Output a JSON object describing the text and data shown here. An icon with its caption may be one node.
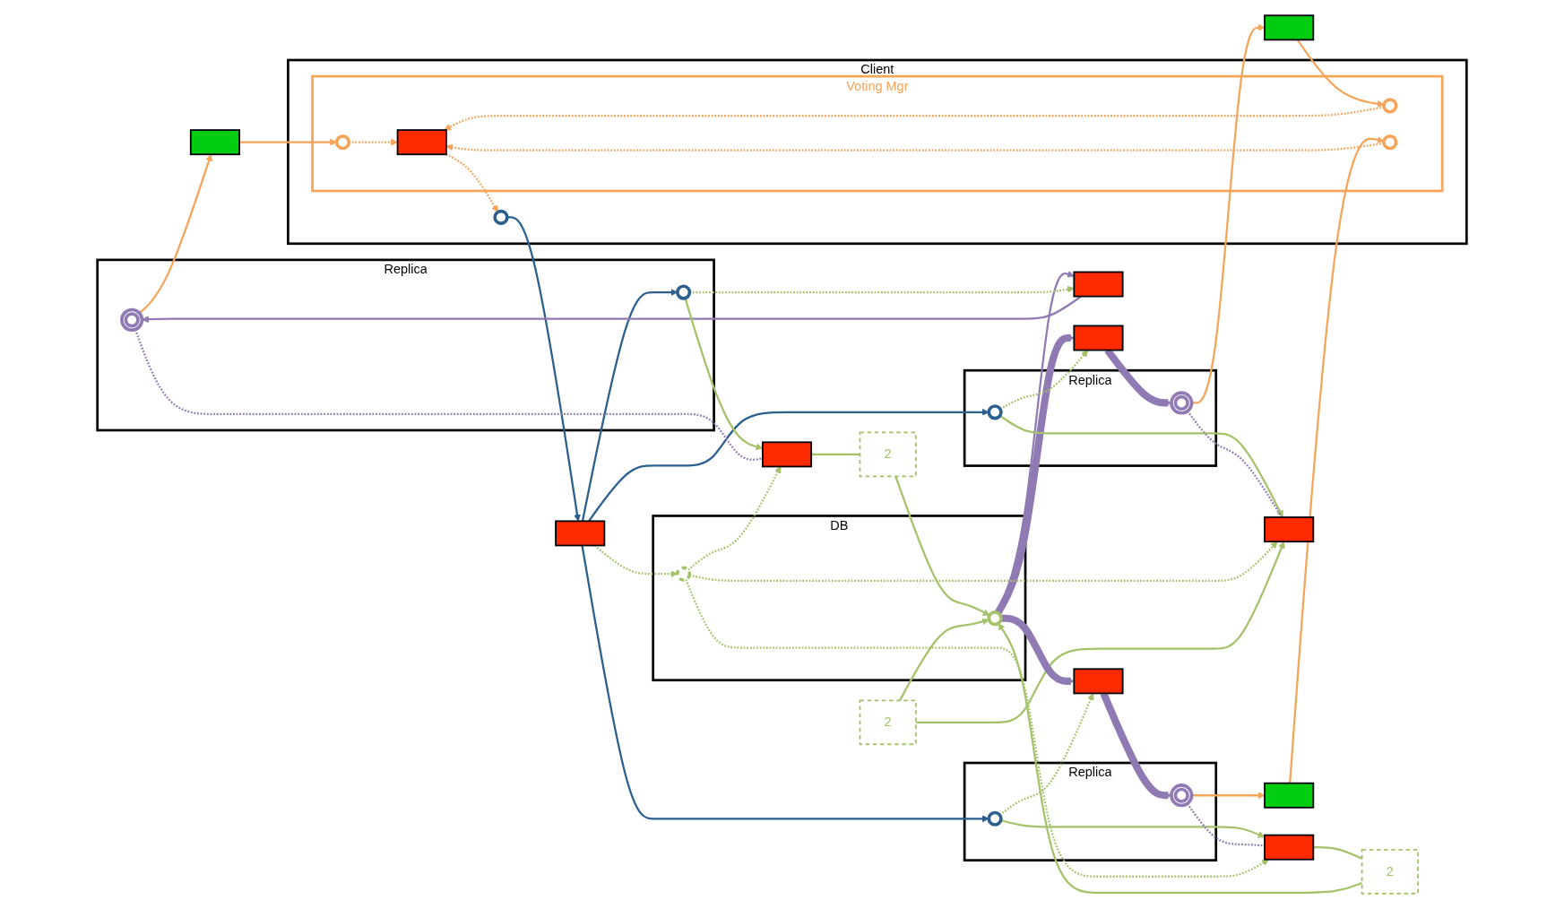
{
  "diagram": {
    "nodes": [
      {
        "text": [
          "Replica"
        ]
      },
      {
        "text": [],
        "shape": "circle",
        "in": 0
      },
      {
        "text": [],
        "shape": "circle",
        "in": 0
      },
      {
        "text": [
          "Client"
        ]
      },
      {
        "text": [],
        "shape": "circle",
        "in": 3
      },
      {
        "text": [
          "Voting Mgr"
        ],
        "in": 3
      },
      {
        "text": [],
        "shape": "circle",
        "in": 5
      },
      {
        "text": [],
        "shape": "circle",
        "in": 5
      },
      {
        "text": [],
        "shape": "circle",
        "in": 5
      },
      {
        "text": [],
        "shape": "bar",
        "in": 5
      },
      {
        "text": [],
        "shape": "bar"
      },
      {
        "text": [],
        "shape": "bar"
      },
      {
        "text": [],
        "shape": "bar"
      },
      {
        "text": [],
        "shape": "bar"
      },
      {
        "text": [
          "Replica"
        ]
      },
      {
        "text": [],
        "shape": "circle",
        "in": 14
      },
      {
        "text": [],
        "shape": "circle",
        "in": 14
      },
      {
        "text": [
          "Replica"
        ]
      },
      {
        "text": [],
        "shape": "circle",
        "in": 17
      },
      {
        "text": [],
        "shape": "circle",
        "in": 17
      },
      {
        "text": [],
        "shape": "bar"
      },
      {
        "text": [],
        "shape": "bar"
      },
      {
        "text": [],
        "shape": "bar"
      },
      {
        "text": [],
        "shape": "bar"
      },
      {
        "text": [],
        "shape": "bar"
      },
      {
        "text": [],
        "shape": "bar"
      },
      {
        "text": [
          "2"
        ]
      },
      {
        "text": [
          "2"
        ]
      },
      {
        "text": [
          "2"
        ]
      },
      {
        "text": [
          "DB"
        ]
      },
      {
        "text": [],
        "shape": "circle",
        "in": 29
      },
      {
        "text": [],
        "shape": "circle",
        "in": 29
      }
    ],
    "edges": [
      {
        "from": 1,
        "to": 10,
        "arrow": "to",
        "color": "#f5a55a"
      },
      {
        "from": 10,
        "to": 6,
        "arrow": "to",
        "color": "#f5a55a"
      },
      {
        "from": 15,
        "to": 11,
        "arrow": "to",
        "color": "#f5a55a"
      },
      {
        "from": 11,
        "to": 7,
        "arrow": "to",
        "color": "#f5a55a"
      },
      {
        "from": 19,
        "to": 12,
        "arrow": "to",
        "color": "#f5a55a"
      },
      {
        "from": 12,
        "to": 8,
        "arrow": "to",
        "color": "#f5a55a"
      },
      {
        "from": 6,
        "to": 9,
        "arrow": "to",
        "style": "dashed",
        "color": "#f5a55a"
      },
      {
        "from": 7,
        "to": 9,
        "arrow": "to",
        "style": "dashed",
        "color": "#f5a55a"
      },
      {
        "from": 8,
        "to": 9,
        "arrow": "to",
        "style": "dashed",
        "color": "#f5a55a"
      },
      {
        "from": 9,
        "to": 4,
        "arrow": "to",
        "style": "dashed",
        "color": "#f5a55a"
      },
      {
        "from": 4,
        "to": 13,
        "arrow": "to",
        "color": "#2b5f8e"
      },
      {
        "from": 13,
        "to": 2,
        "arrow": "to",
        "color": "#2b5f8e"
      },
      {
        "from": 13,
        "to": 16,
        "arrow": "to",
        "color": "#2b5f8e"
      },
      {
        "from": 13,
        "to": 18,
        "arrow": "to",
        "color": "#2b5f8e"
      },
      {
        "from": 13,
        "to": 31,
        "arrow": "to",
        "style": "dashed"
      },
      {
        "from": 20,
        "to": 1,
        "arrow": "to",
        "color": "#8f7ab3"
      },
      {
        "from": 30,
        "to": 20,
        "arrow": "to",
        "color": "#8f7ab3"
      },
      {
        "from": 2,
        "to": 20,
        "arrow": "to",
        "style": "dashed"
      },
      {
        "from": 2,
        "to": 21,
        "arrow": "to"
      },
      {
        "from": 1,
        "to": 21,
        "arrow": "none",
        "style": "dashed",
        "color": "#8f7ab3"
      },
      {
        "from": 31,
        "to": 21,
        "arrow": "to",
        "style": "dashed"
      },
      {
        "from": 21,
        "to": 26,
        "arrow": "none"
      },
      {
        "from": 26,
        "to": 30,
        "arrow": "to"
      },
      {
        "from": 30,
        "to": 22,
        "arrow": "to",
        "style": "thick",
        "color": "#8f7ab3"
      },
      {
        "from": 22,
        "to": 15,
        "arrow": "to",
        "style": "thick",
        "color": "#8f7ab3"
      },
      {
        "from": 16,
        "to": 22,
        "arrow": "to",
        "style": "dashed"
      },
      {
        "from": 16,
        "to": 23,
        "arrow": "to"
      },
      {
        "from": 15,
        "to": 23,
        "arrow": "none",
        "style": "dashed",
        "color": "#8f7ab3"
      },
      {
        "from": 31,
        "to": 23,
        "arrow": "to",
        "style": "dashed"
      },
      {
        "from": 27,
        "to": 23,
        "arrow": "to"
      },
      {
        "from": 27,
        "to": 30,
        "arrow": "to"
      },
      {
        "from": 30,
        "to": 25,
        "arrow": "to",
        "style": "thick",
        "color": "#8f7ab3"
      },
      {
        "from": 25,
        "to": 19,
        "arrow": "to",
        "style": "thick",
        "color": "#8f7ab3"
      },
      {
        "from": 18,
        "to": 25,
        "arrow": "to",
        "style": "dashed"
      },
      {
        "from": 18,
        "to": 24,
        "arrow": "to"
      },
      {
        "from": 19,
        "to": 24,
        "arrow": "none",
        "style": "dashed",
        "color": "#8f7ab3"
      },
      {
        "from": 31,
        "to": 24,
        "arrow": "to",
        "style": "dashed"
      },
      {
        "from": 24,
        "to": 28,
        "arrow": "none"
      },
      {
        "from": 28,
        "to": 30,
        "arrow": "to"
      }
    ]
  }
}
